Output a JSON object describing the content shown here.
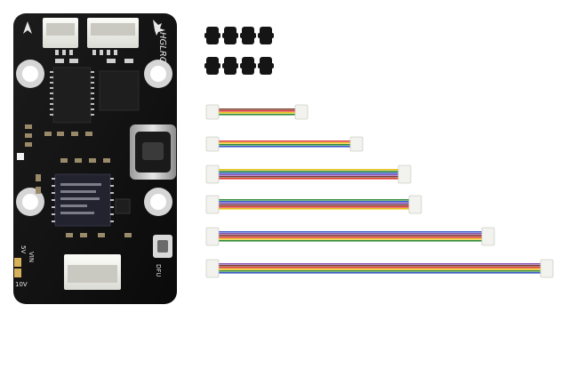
{
  "board": {
    "brand": "HGLRC",
    "labels": {
      "v5": "5V",
      "vin": "VIN",
      "v10": "10V",
      "dfu": "DFU"
    }
  },
  "colors": {
    "pcb": "#111111",
    "connector": "#f2f2ee",
    "pad": "#d8d8d8",
    "cable_wires": [
      "#7a3b2a",
      "#e03a2f",
      "#e8c21d",
      "#2f8a3a",
      "#3a5bc8",
      "#8a4fb0"
    ]
  },
  "cables": {
    "count": 6
  },
  "rubber_grommets": {
    "count": 8
  }
}
